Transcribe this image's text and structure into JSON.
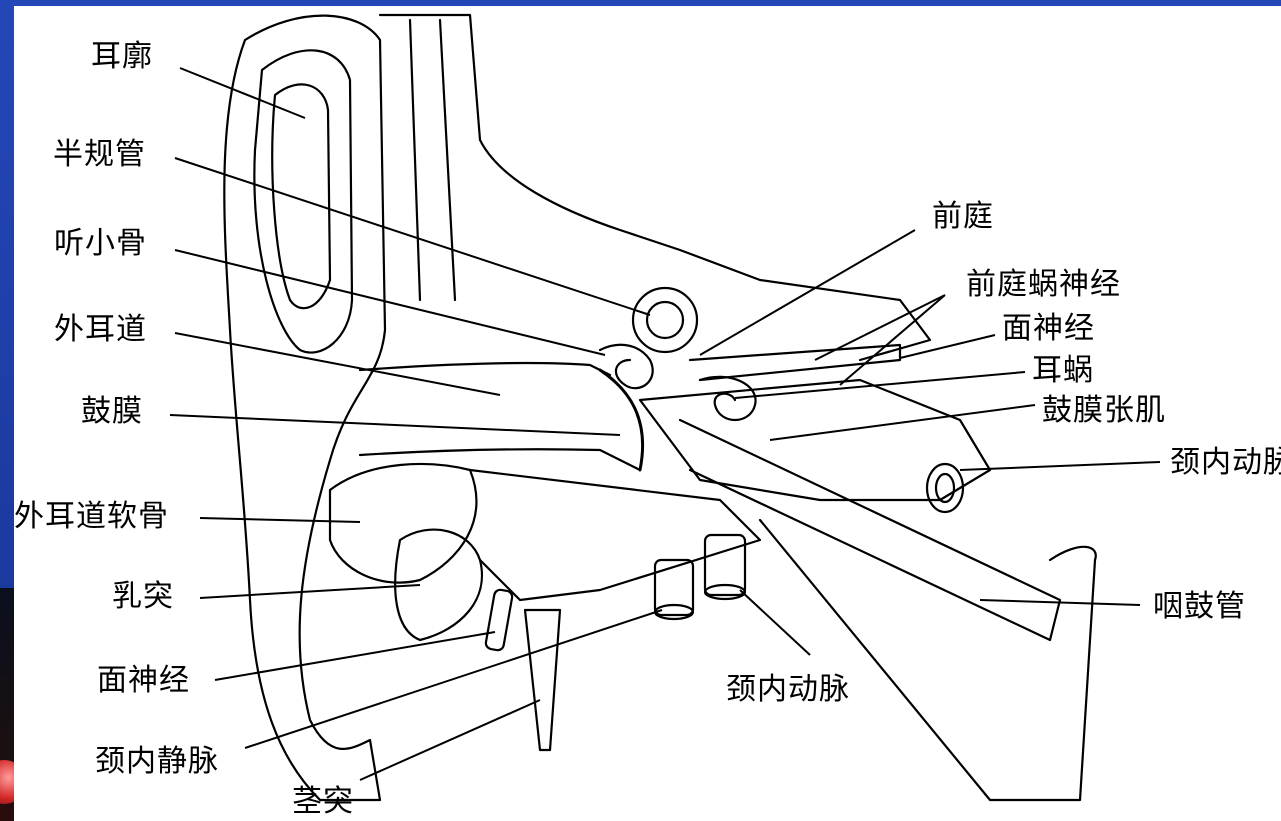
{
  "colors": {
    "slide_background": "#1b3a9c",
    "figure_background": "#ffffff",
    "ink": "#000000"
  },
  "labels": {
    "auricle": "耳廓",
    "semicircular_canals": "半规管",
    "ossicles": "听小骨",
    "external_auditory_canal": "外耳道",
    "tympanic_membrane": "鼓膜",
    "external_canal_cartilage": "外耳道软骨",
    "mastoid_process": "乳突",
    "facial_nerve_lower": "面神经",
    "internal_jugular_vein": "颈内静脉",
    "styloid_process": "茎突",
    "vestibule": "前庭",
    "vestibulocochlear_nerve": "前庭蜗神经",
    "facial_nerve_upper": "面神经",
    "cochlea": "耳蜗",
    "tensor_tympani": "鼓膜张肌",
    "internal_carotid_right": "颈内动脉",
    "eustachian_tube": "咽鼓管",
    "internal_carotid_bottom": "颈内动脉"
  }
}
